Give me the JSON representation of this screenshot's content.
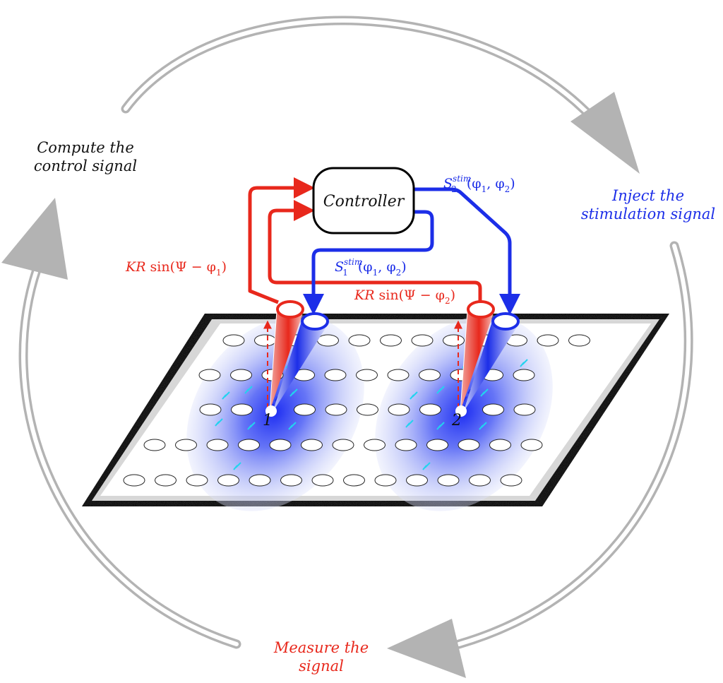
{
  "colors": {
    "measure": "#e8281c",
    "inject": "#1c2ee8",
    "cycle": "#b3b3b3",
    "ellipse_glow": "#2a3cf0",
    "spark": "#22d3ee"
  },
  "icons": [
    "controller-box",
    "cycle-arrow",
    "electrode-cone",
    "spark-glyph"
  ],
  "steps": {
    "compute": [
      "Compute the",
      "control signal"
    ],
    "inject": [
      "Inject the",
      "stimulation signal"
    ],
    "measure": [
      "Measure the",
      "signal"
    ]
  },
  "controller": {
    "label": "Controller"
  },
  "signals": {
    "s2": {
      "base": "S",
      "sup": "stim",
      "sub": "2",
      "args": "(φ",
      "a1": "1",
      "mid": ", φ",
      "a2": "2",
      "close": ")"
    },
    "s1": {
      "base": "S",
      "sup": "stim",
      "sub": "1",
      "args": "(φ",
      "a1": "1",
      "mid": ", φ",
      "a2": "2",
      "close": ")"
    },
    "k1": {
      "k": "KR",
      "fn": " sin(Ψ − φ",
      "idx": "1",
      "close": ")"
    },
    "k2": {
      "k": "KR",
      "fn": " sin(Ψ − φ",
      "idx": "2",
      "close": ")"
    }
  },
  "sites": [
    {
      "label": "1"
    },
    {
      "label": "2"
    }
  ]
}
